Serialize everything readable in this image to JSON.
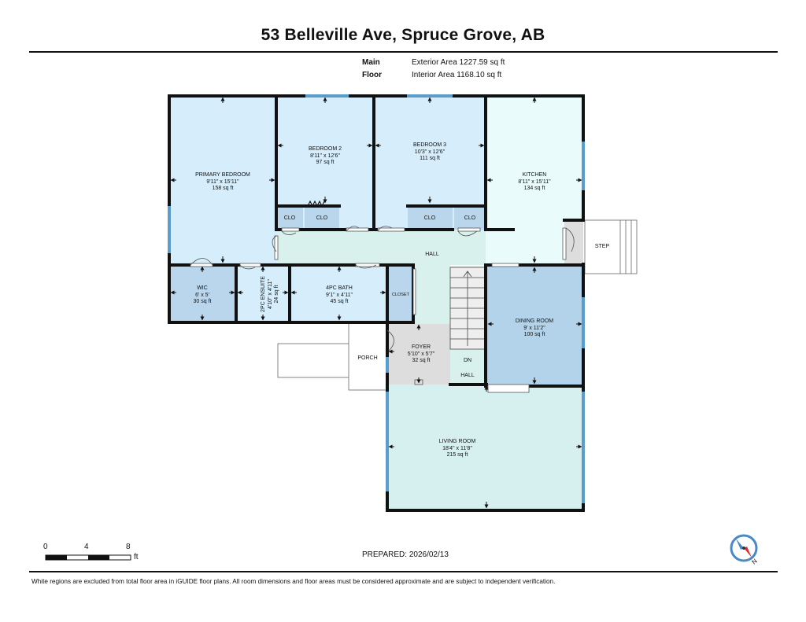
{
  "header": {
    "title": "53 Belleville Ave, Spruce Grove, AB"
  },
  "areas": {
    "floor_label": "Main Floor",
    "exterior": "Exterior Area 1227.59 sq ft",
    "interior": "Interior Area 1168.10 sq ft"
  },
  "rooms": {
    "primary_bedroom": {
      "name": "PRIMARY BEDROOM",
      "dims": "9'11\" x 15'11\"",
      "area": "158 sq ft"
    },
    "bedroom2": {
      "name": "BEDROOM 2",
      "dims": "8'11\" x 12'6\"",
      "area": "97 sq ft"
    },
    "bedroom3": {
      "name": "BEDROOM 3",
      "dims": "10'3\" x 12'6\"",
      "area": "111 sq ft"
    },
    "kitchen": {
      "name": "KITCHEN",
      "dims": "8'11\" x 15'11\"",
      "area": "134 sq ft"
    },
    "wic": {
      "name": "WIC",
      "dims": "6' x 5'",
      "area": "30 sq ft"
    },
    "ensuite": {
      "name": "2PC ENSUITE",
      "dims": "4'10\" x 4'11\"",
      "area": "24 sq ft"
    },
    "bath": {
      "name": "4PC BATH",
      "dims": "9'1\" x 4'11\"",
      "area": "45 sq ft"
    },
    "dining": {
      "name": "DINING ROOM",
      "dims": "9' x 11'2\"",
      "area": "100 sq ft"
    },
    "foyer": {
      "name": "FOYER",
      "dims": "5'10\" x 5'7\"",
      "area": "32 sq ft"
    },
    "living": {
      "name": "LIVING ROOM",
      "dims": "18'4\" x 11'8\"",
      "area": "215 sq ft"
    }
  },
  "labels": {
    "clo": "CLO",
    "closet": "CLOSET",
    "hall": "HALL",
    "step": "STEP",
    "porch": "PORCH",
    "dn": "DN"
  },
  "scale": {
    "t0": "0",
    "t1": "4",
    "t2": "8",
    "unit": "ft"
  },
  "footer": {
    "prepared": "PREPARED: 2026/02/13",
    "disclaimer": "White regions are excluded from total floor area in iGUIDE floor plans. All room dimensions and floor areas must be considered approximate and are subject to independent verification."
  },
  "compass": {
    "letter": "N"
  },
  "colors": {
    "bedroom_fill": "#d6eefb",
    "kitchen_fill": "#e9fbfa",
    "hall_fill": "#d9f1ec",
    "closet_fill": "#b9d6ec",
    "dining_fill": "#b3d3ea",
    "living_fill": "#d6efef",
    "foyer_fill": "#dddddd",
    "window": "#5b9ccb",
    "wall": "#111111"
  }
}
